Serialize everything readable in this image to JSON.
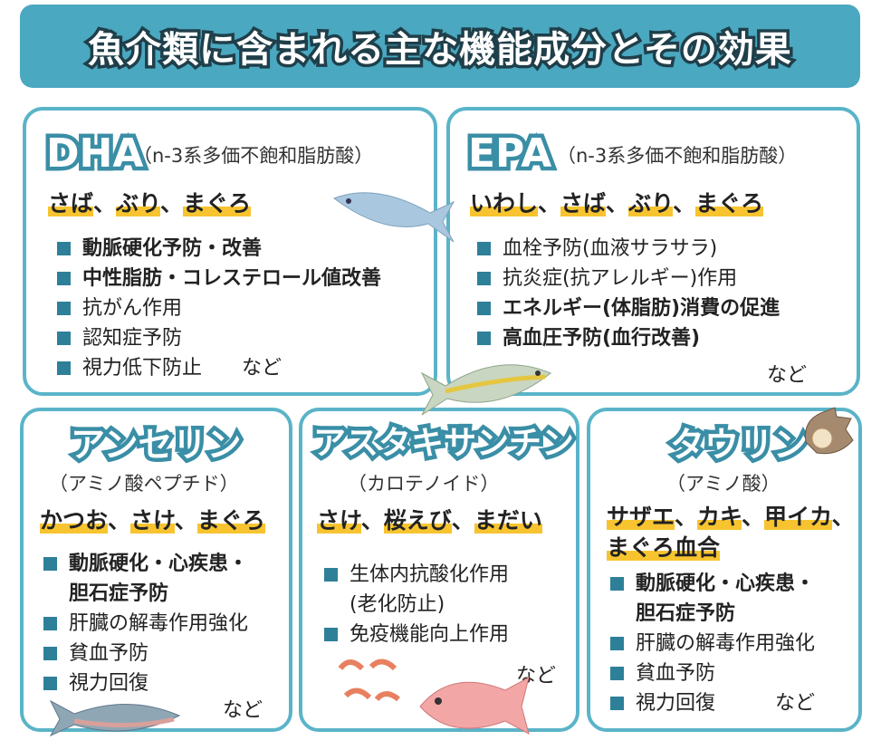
{
  "title": "魚介類に含まれる主な機能成分とその効果",
  "boxes": {
    "dha": {
      "name": "DHA",
      "sub": "（n-3系多価不飽和脂肪酸）",
      "sources": [
        "さば",
        "ぶり",
        "まぐろ"
      ],
      "effects": [
        "動脈硬化予防・改善",
        "中性脂肪・コレステロール値改善",
        "抗がん作用",
        "認知症予防",
        "視力低下防止"
      ],
      "etc": "など"
    },
    "epa": {
      "name": "EPA",
      "sub": "（n-3系多価不飽和脂肪酸）",
      "sources": [
        "いわし",
        "さば",
        "ぶり",
        "まぐろ"
      ],
      "effects": [
        "血栓予防(血液サラサラ)",
        "抗炎症(抗アレルギー)作用",
        "エネルギー(体脂肪)消費の促進",
        "高血圧予防(血行改善)"
      ],
      "etc": "など"
    },
    "anserine": {
      "name": "アンセリン",
      "sub": "（アミノ酸ペプチド）",
      "sources": [
        "かつお",
        "さけ",
        "まぐろ"
      ],
      "effects": [
        "動脈硬化・心疾患・",
        "胆石症予防",
        "肝臓の解毒作用強化",
        "貧血予防",
        "視力回復"
      ],
      "etc": "など"
    },
    "astaxanthin": {
      "name": "アスタキサンチン",
      "sub": "（カロテノイド）",
      "sources": [
        "さけ",
        "桜えび",
        "まだい"
      ],
      "effects": [
        "生体内抗酸化作用",
        "(老化防止)",
        "免疫機能向上作用"
      ],
      "etc": "など"
    },
    "taurine": {
      "name": "タウリン",
      "sub": "（アミノ酸）",
      "sources": [
        "サザエ",
        "カキ",
        "甲イカ",
        "まぐろ血合"
      ],
      "effects": [
        "動脈硬化・心疾患・",
        "胆石症予防",
        "肝臓の解毒作用強化",
        "貧血予防",
        "視力回復"
      ],
      "etc": "など"
    }
  },
  "sep": "、",
  "colors": {
    "accent": "#4aa8c0",
    "border": "#5ab4c8",
    "bullet": "#2e8099",
    "highlight": "#f7c430"
  }
}
